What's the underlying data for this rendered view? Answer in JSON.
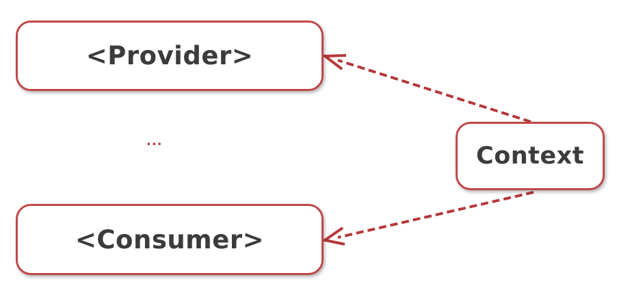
{
  "diagram": {
    "nodes": {
      "provider": "<Provider>",
      "consumer": "<Consumer>",
      "context": "Context"
    },
    "ellipsis": "...",
    "edges": [
      {
        "from": "Context",
        "to": "<Provider>",
        "style": "dashed"
      },
      {
        "from": "Context",
        "to": "<Consumer>",
        "style": "dashed"
      }
    ],
    "colors": {
      "border": "#c0474a",
      "arrow": "#b5383b",
      "text": "#3c3c3c"
    }
  }
}
